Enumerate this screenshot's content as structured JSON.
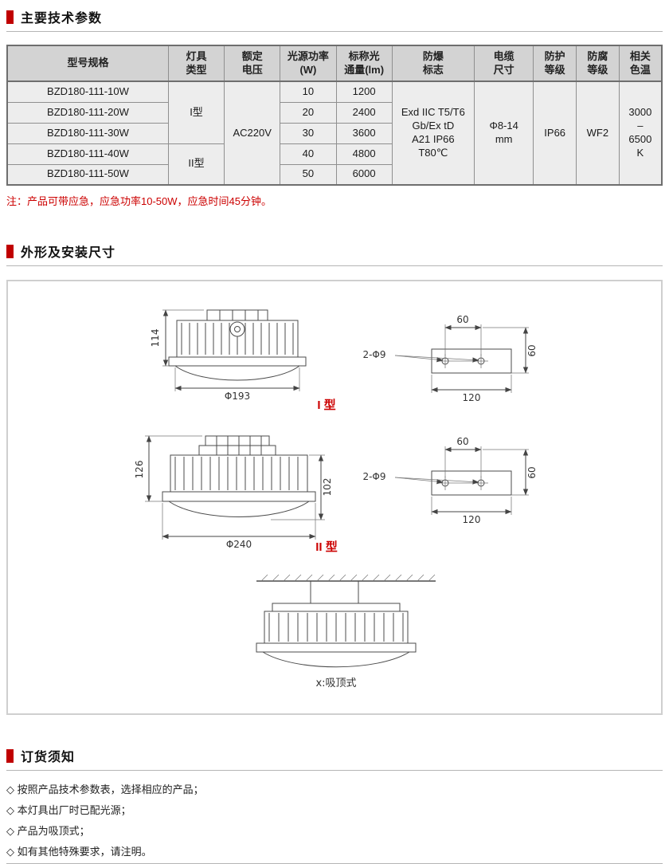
{
  "theme": {
    "accent": "#c00000",
    "table_header_bg": "#d3d3d3",
    "table_body_bg": "#ededed",
    "note_color": "#cc0000"
  },
  "sections": {
    "specs": {
      "title": "主要技术参数"
    },
    "dimensions": {
      "title": "外形及安装尺寸"
    },
    "ordering": {
      "title": "订货须知"
    }
  },
  "specs_table": {
    "headers": {
      "model": "型号规格",
      "lamp_type": "灯具\n类型",
      "voltage": "额定\n电压",
      "power": "光源功率\n(W)",
      "flux": "标称光\n通量(lm)",
      "ex_mark": "防爆\n标志",
      "cable": "电缆\n尺寸",
      "ip": "防护\n等级",
      "corrosion": "防腐\n等级",
      "cct": "相关\n色温"
    },
    "rows": [
      {
        "model": "BZD180-111-10W",
        "power": "10",
        "flux": "1200"
      },
      {
        "model": "BZD180-111-20W",
        "power": "20",
        "flux": "2400"
      },
      {
        "model": "BZD180-111-30W",
        "power": "30",
        "flux": "3600"
      },
      {
        "model": "BZD180-111-40W",
        "power": "40",
        "flux": "4800"
      },
      {
        "model": "BZD180-111-50W",
        "power": "50",
        "flux": "6000"
      }
    ],
    "merged": {
      "type1": "I型",
      "type2": "II型",
      "voltage": "AC220V",
      "ex_mark": "Exd IIC T5/T6\nGb/Ex tD\nA21 IP66\nT80℃",
      "cable": "Φ8-14\nmm",
      "ip": "IP66",
      "corrosion": "WF2",
      "cct": "3000\n–\n6500\nK"
    },
    "note": "注：产品可带应急，应急功率10-50W，应急时间45分钟。"
  },
  "drawings": {
    "type1_label": "I 型",
    "type2_label": "II 型",
    "caption": "x:吸顶式",
    "dims": {
      "t1_height": "114",
      "t1_diameter": "Φ193",
      "t2_height": "126",
      "t2_inner_height": "102",
      "t2_diameter": "Φ240",
      "plate_hole_spacing": "60",
      "plate_side": "60",
      "plate_width": "120",
      "plate_holes": "2-Φ9"
    }
  },
  "ordering_notes": {
    "items": [
      "◇ 按照产品技术参数表，选择相应的产品；",
      "◇ 本灯具出厂时已配光源；",
      "◇ 产品为吸顶式；",
      "◇ 如有其他特殊要求，请注明。"
    ]
  }
}
